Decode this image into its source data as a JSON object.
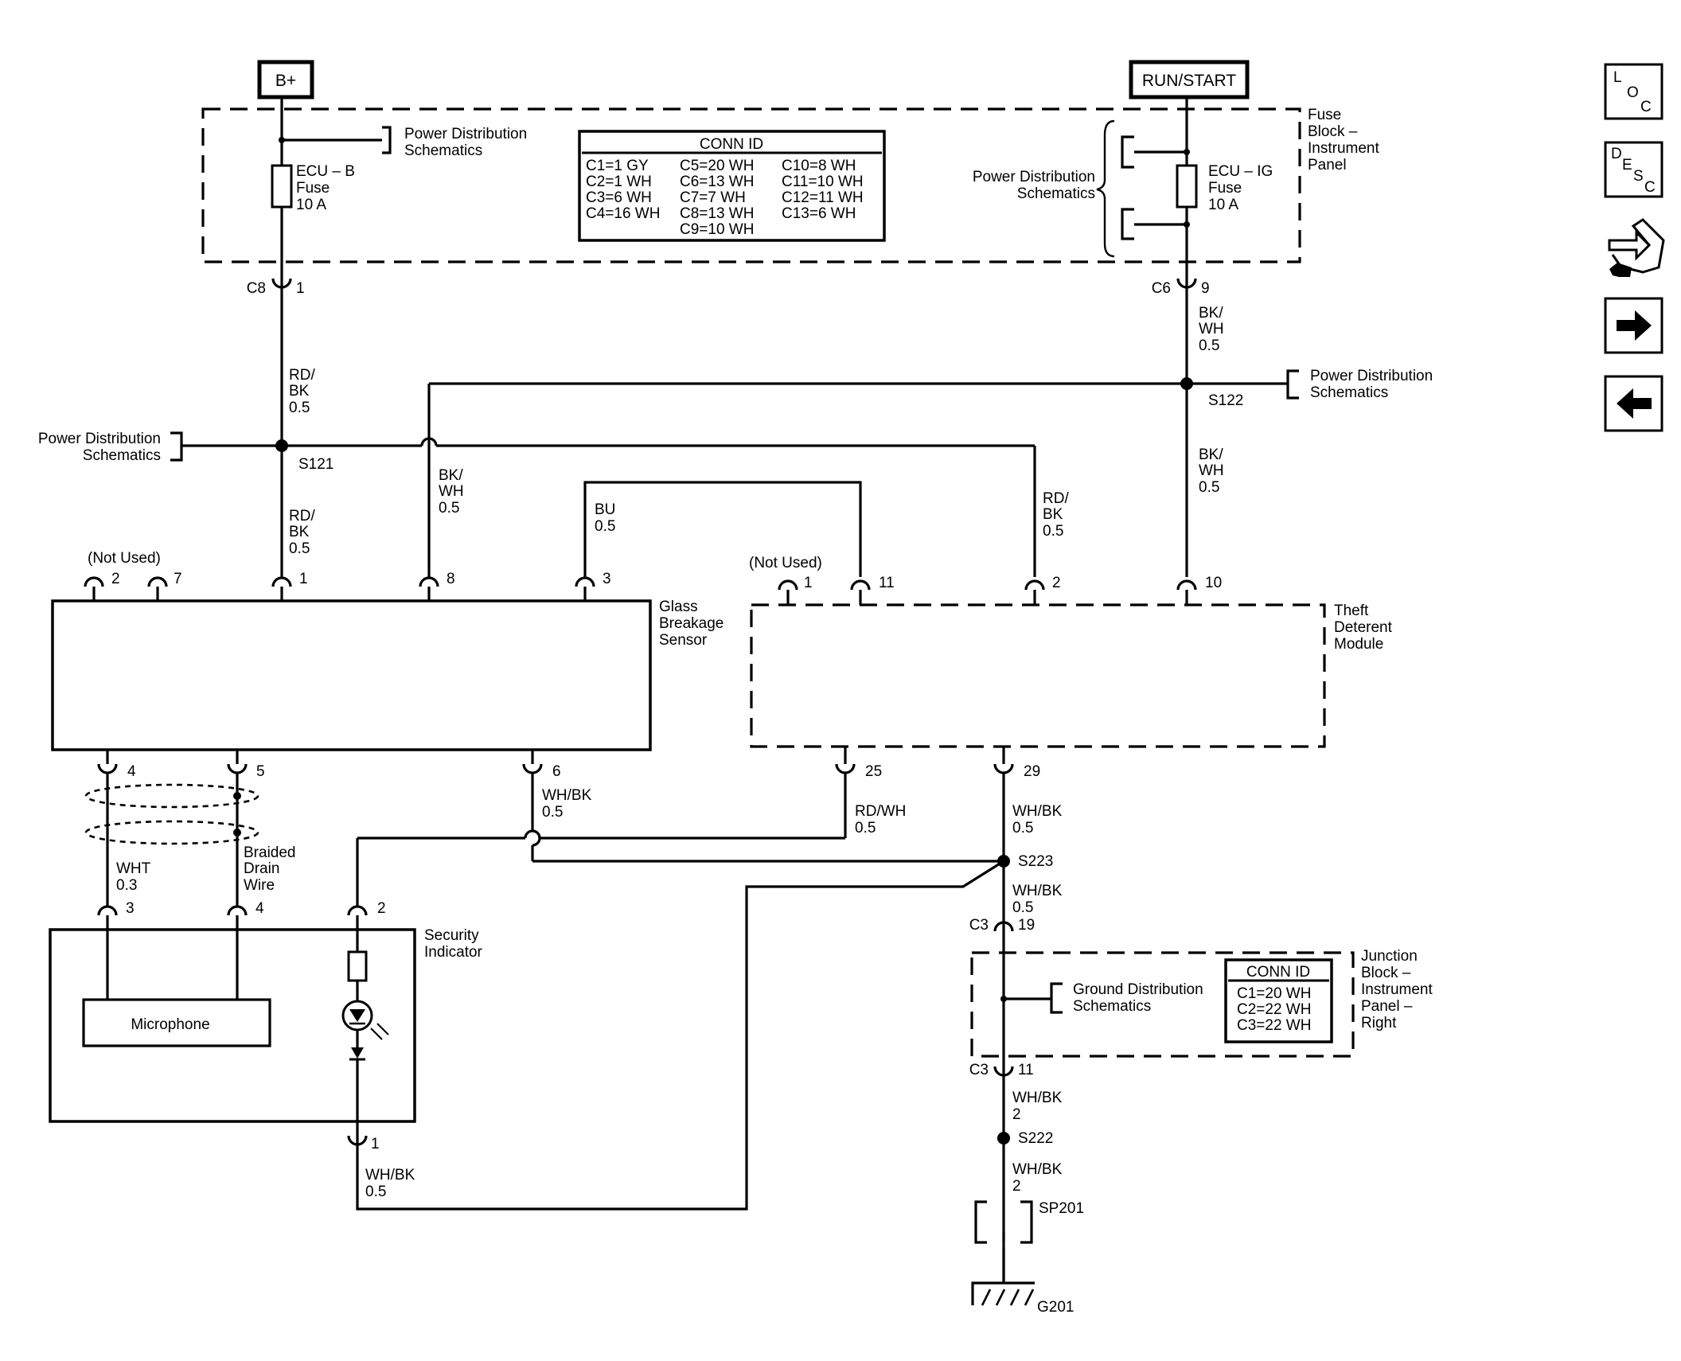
{
  "sources": {
    "bplus": "B+",
    "run_start": "RUN/START"
  },
  "fuse_block_ip": {
    "label_l1": "Fuse",
    "label_l2": "Block –",
    "label_l3": "Instrument",
    "label_l4": "Panel",
    "ecu_b": {
      "l1": "ECU – B",
      "l2": "Fuse",
      "l3": "10 A"
    },
    "ecu_ig": {
      "l1": "ECU – IG",
      "l2": "Fuse",
      "l3": "10 A"
    },
    "pds_left": {
      "l1": "Power Distribution",
      "l2": "Schematics"
    },
    "pds_right": {
      "l1": "Power Distribution",
      "l2": "Schematics"
    },
    "conn_id": {
      "title": "CONN ID",
      "col1": [
        "C1=1 GY",
        "C2=1 WH",
        "C3=6 WH",
        "C4=16 WH"
      ],
      "col2": [
        "C5=20 WH",
        "C6=13 WH",
        "C7=7 WH",
        "C8=13 WH",
        "C9=10 WH"
      ],
      "col3": [
        "C10=8 WH",
        "C11=10 WH",
        "C12=11 WH",
        "C13=6 WH"
      ]
    }
  },
  "connectors": {
    "c8": "C8",
    "c8_pin": "1",
    "c6": "C6",
    "c6_pin": "9",
    "c3a": "C3",
    "c3a_pin": "19",
    "c3b": "C3",
    "c3b_pin": "11"
  },
  "wires": {
    "w1": {
      "c": "RD/",
      "c2": "BK",
      "g": "0.5"
    },
    "w2": {
      "c": "RD/",
      "c2": "BK",
      "g": "0.5"
    },
    "w3": {
      "c": "BK/",
      "c2": "WH",
      "g": "0.5"
    },
    "w4": {
      "c": "BK/",
      "c2": "WH",
      "g": "0.5"
    },
    "w5": {
      "c": "BK/",
      "c2": "WH",
      "g": "0.5"
    },
    "w6": {
      "c": "BU",
      "g": "0.5"
    },
    "w7": {
      "c": "RD/",
      "c2": "BK",
      "g": "0.5"
    },
    "w8": {
      "c": "WH/BK",
      "g": "0.5"
    },
    "w9": {
      "c": "RD/WH",
      "g": "0.5"
    },
    "w10": {
      "c": "WH/BK",
      "g": "0.5"
    },
    "w11": {
      "c": "WH/BK",
      "g": "0.5"
    },
    "w12": {
      "c": "WHT",
      "g": "0.3"
    },
    "w13": {
      "c": "WH/BK",
      "g": "0.5"
    },
    "w14": {
      "c": "WH/BK",
      "g": "2"
    },
    "w15": {
      "c": "WH/BK",
      "g": "2"
    },
    "braided": {
      "l1": "Braided",
      "l2": "Drain",
      "l3": "Wire"
    }
  },
  "splices": {
    "s121": "S121",
    "s122": "S122",
    "s223": "S223",
    "s222": "S222",
    "sp201": "SP201",
    "g201": "G201"
  },
  "pds_mid_left": {
    "l1": "Power Distribution",
    "l2": "Schematics"
  },
  "pds_mid_right": {
    "l1": "Power Distribution",
    "l2": "Schematics"
  },
  "glass_sensor": {
    "l1": "Glass",
    "l2": "Breakage",
    "l3": "Sensor",
    "not_used": "(Not Used)",
    "pins_top": [
      "2",
      "7",
      "1",
      "8",
      "3"
    ],
    "pins_bottom": [
      "4",
      "5",
      "6"
    ]
  },
  "theft_module": {
    "l1": "Theft",
    "l2": "Deterent",
    "l3": "Module",
    "not_used": "(Not Used)",
    "pins_top": [
      "1",
      "11",
      "2",
      "10"
    ],
    "pins_bottom": [
      "25",
      "29"
    ]
  },
  "security_indicator": {
    "l1": "Security",
    "l2": "Indicator",
    "microphone": "Microphone",
    "pins": [
      "3",
      "4",
      "2",
      "1"
    ]
  },
  "junction_block": {
    "l1": "Junction",
    "l2": "Block –",
    "l3": "Instrument",
    "l4": "Panel –",
    "l5": "Right",
    "gds": {
      "l1": "Ground Distribution",
      "l2": "Schematics"
    },
    "conn_id": {
      "title": "CONN ID",
      "rows": [
        "C1=20 WH",
        "C2=22 WH",
        "C3=22 WH"
      ]
    }
  },
  "nav": {
    "loc": {
      "a": "L",
      "b": "O",
      "c": "C"
    },
    "desc": {
      "a": "D",
      "b": "E",
      "c": "S",
      "d": "C"
    }
  }
}
